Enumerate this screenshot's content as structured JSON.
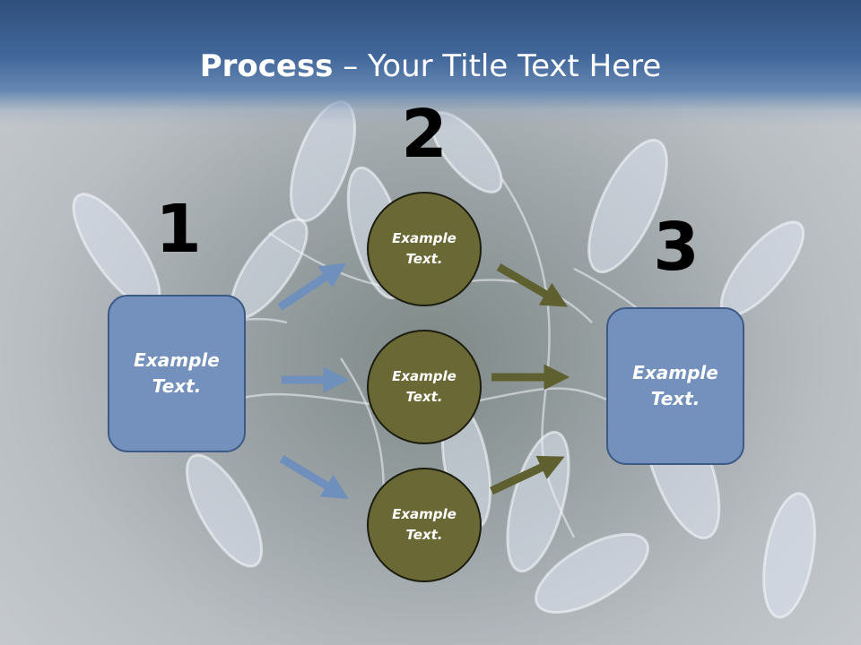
{
  "title": {
    "bold": "Process",
    "rest": " – Your Title Text Here"
  },
  "steps": [
    {
      "number": "1",
      "label": "Example\nText."
    },
    {
      "number": "2"
    },
    {
      "number": "3",
      "label": "Example\nText."
    }
  ],
  "circles": [
    {
      "label": "Example\nText."
    },
    {
      "label": "Example\nText."
    },
    {
      "label": "Example\nText."
    }
  ],
  "colors": {
    "header": "#41679a",
    "box_fill": "#7391bc",
    "box_border": "#3d5a87",
    "circle_fill": "#6a6936",
    "left_arrows": "#6f8fbd",
    "right_arrows": "#5f6030"
  }
}
